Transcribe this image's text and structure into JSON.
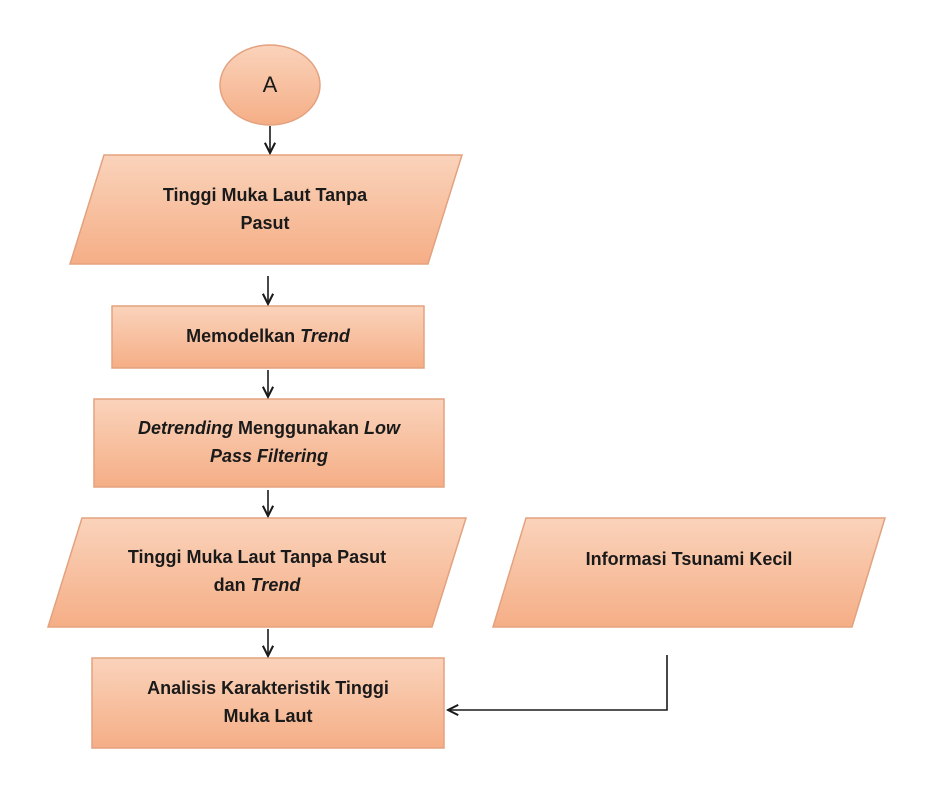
{
  "connector": {
    "label": "A"
  },
  "steps": {
    "input1": {
      "line1": "Tinggi Muka Laut Tanpa",
      "line2": "Pasut"
    },
    "trend": {
      "text": "Memodelkan ",
      "italic": "Trend"
    },
    "detrend": {
      "italic1": "Detrending",
      "text1": " Menggunakan ",
      "italic2": "Low",
      "italic3": "Pass Filtering"
    },
    "input2": {
      "line1": "Tinggi Muka Laut Tanpa Pasut",
      "line2a": "dan ",
      "line2b": "Trend"
    },
    "tsunami": {
      "text": "Informasi Tsunami Kecil"
    },
    "analysis": {
      "line1": "Analisis Karakteristik Tinggi",
      "line2": "Muka Laut"
    }
  },
  "colors": {
    "fill": "#f8c1a1",
    "border": "#e3a27f",
    "arrow": "#1a1a1a"
  }
}
